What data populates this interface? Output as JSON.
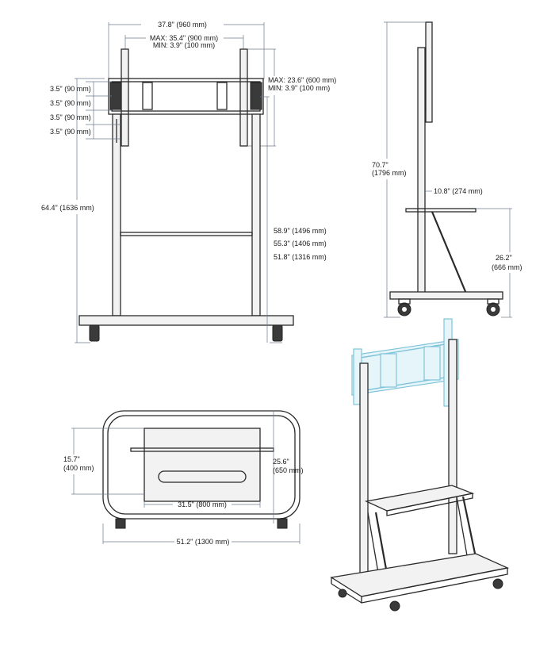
{
  "front_view": {
    "overall_width": "37.8\" (960 mm)",
    "vesa_width_max": "MAX: 35.4\" (900 mm)",
    "vesa_width_min": "MIN: 3.9\" (100 mm)",
    "vesa_height_max": "MAX: 23.6\" (600 mm)",
    "vesa_height_min": "MIN: 3.9\" (100 mm)",
    "step_1": "3.5\" (90 mm)",
    "step_2": "3.5\" (90 mm)",
    "step_3": "3.5\" (90 mm)",
    "step_4": "3.5\" (90 mm)",
    "total_height": "64.4\" (1636 mm)",
    "center_height_1": "58.9\" (1496 mm)",
    "center_height_2": "55.3\" (1406 mm)",
    "center_height_3": "51.8\" (1316 mm)"
  },
  "side_view": {
    "height_line1": "70.7\"",
    "height_line2": "(1796 mm)",
    "shelf_depth": "10.8\" (274 mm)",
    "shelf_height_line1": "26.2\"",
    "shelf_height_line2": "(666 mm)"
  },
  "top_view": {
    "depth_line1": "15.7\"",
    "depth_line2": "(400 mm)",
    "shelf_width": "31.5\" (800 mm)",
    "base_depth_line1": "25.6\"",
    "base_depth_line2": "(650 mm)",
    "base_width": "51.2\" (1300 mm)"
  },
  "colors": {
    "line": "#2a2a2a",
    "dimension": "#6b7b8a",
    "highlight": "#7ec3d8"
  }
}
